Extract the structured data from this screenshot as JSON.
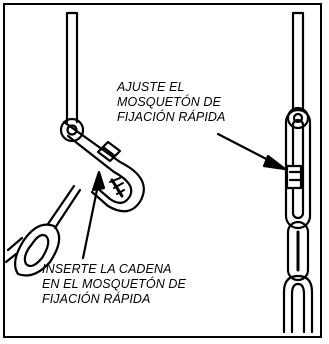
{
  "labels": {
    "adjust": [
      "AJUSTE EL",
      "MOSQUETÓN DE",
      "FIJACIÓN RÁPIDA"
    ],
    "insert": [
      "INSERTE LA CADENA",
      "EN EL MOSQUETÓN DE",
      "FIJACIÓN RÁPIDA"
    ]
  },
  "colors": {
    "ink": "#000000",
    "background": "#ffffff"
  }
}
